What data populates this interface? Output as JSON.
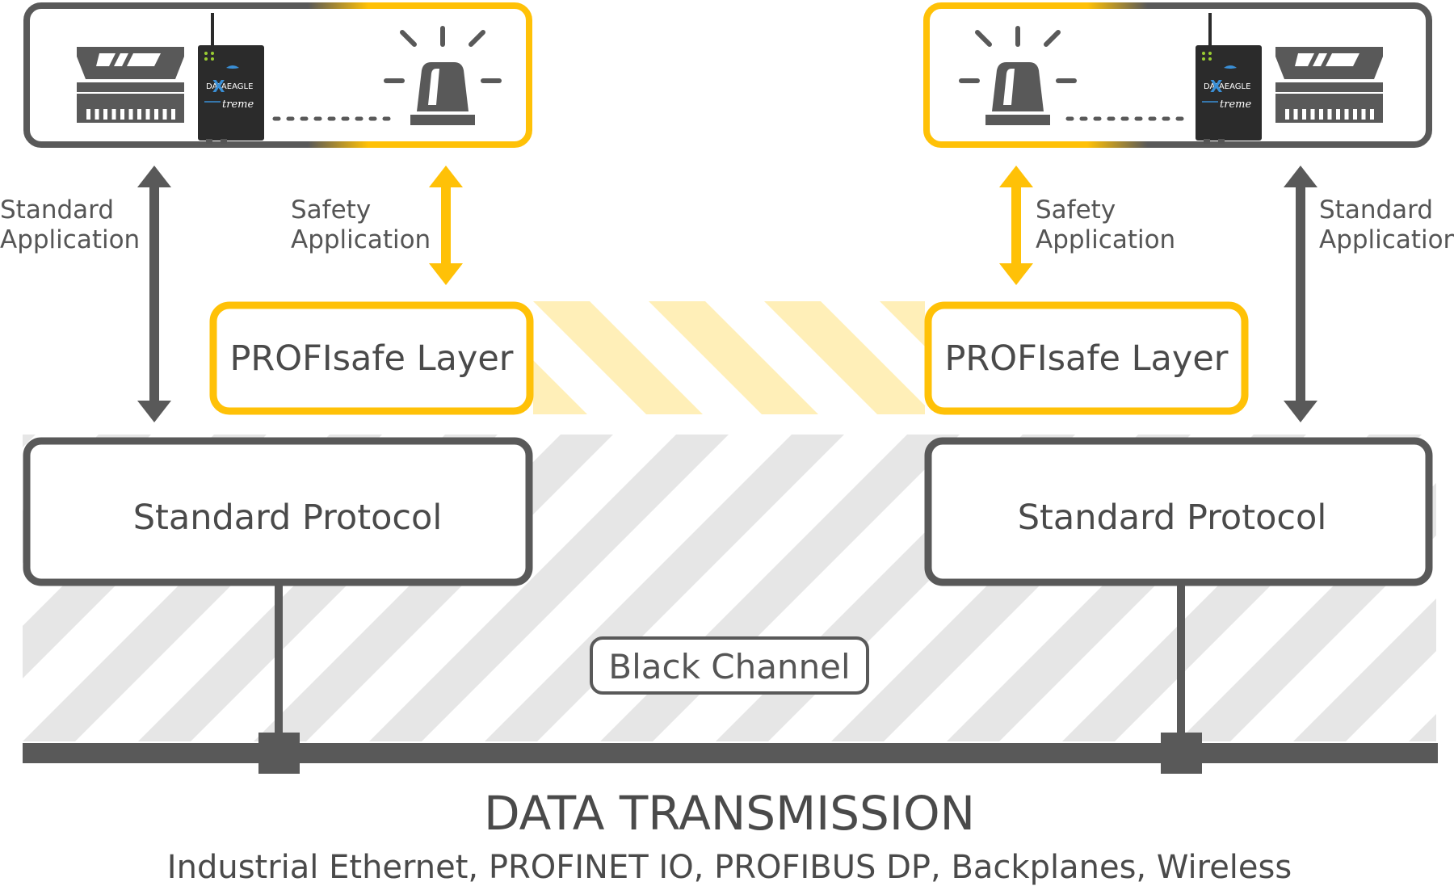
{
  "colors": {
    "dark": "#595959",
    "yellow": "#FFC107",
    "yellow_stripe": "#FFEFB8",
    "gray_stripe": "#E6E6E6",
    "blue": "#3a8fd6"
  },
  "left": {
    "standard_application": [
      "Standard",
      "Application"
    ],
    "safety_application": [
      "Safety",
      "Application"
    ],
    "profisafe_layer": "PROFIsafe Layer",
    "standard_protocol": "Standard Protocol",
    "device": {
      "brand": "DATAEAGLE",
      "model": "treme",
      "icons": [
        "plc-module-icon",
        "dataeagle-device-icon",
        "warning-beacon-icon"
      ]
    }
  },
  "right": {
    "standard_application": [
      "Standard",
      "Application"
    ],
    "safety_application": [
      "Safety",
      "Application"
    ],
    "profisafe_layer": "PROFIsafe Layer",
    "standard_protocol": "Standard Protocol",
    "device": {
      "brand": "DATAEAGLE",
      "model": "treme",
      "icons": [
        "warning-beacon-icon",
        "dataeagle-device-icon",
        "plc-module-icon"
      ]
    }
  },
  "black_channel": "Black Channel",
  "data_transmission": {
    "title": "DATA TRANSMISSION",
    "subtitle": "Industrial Ethernet, PROFINET IO, PROFIBUS DP, Backplanes, Wireless"
  }
}
